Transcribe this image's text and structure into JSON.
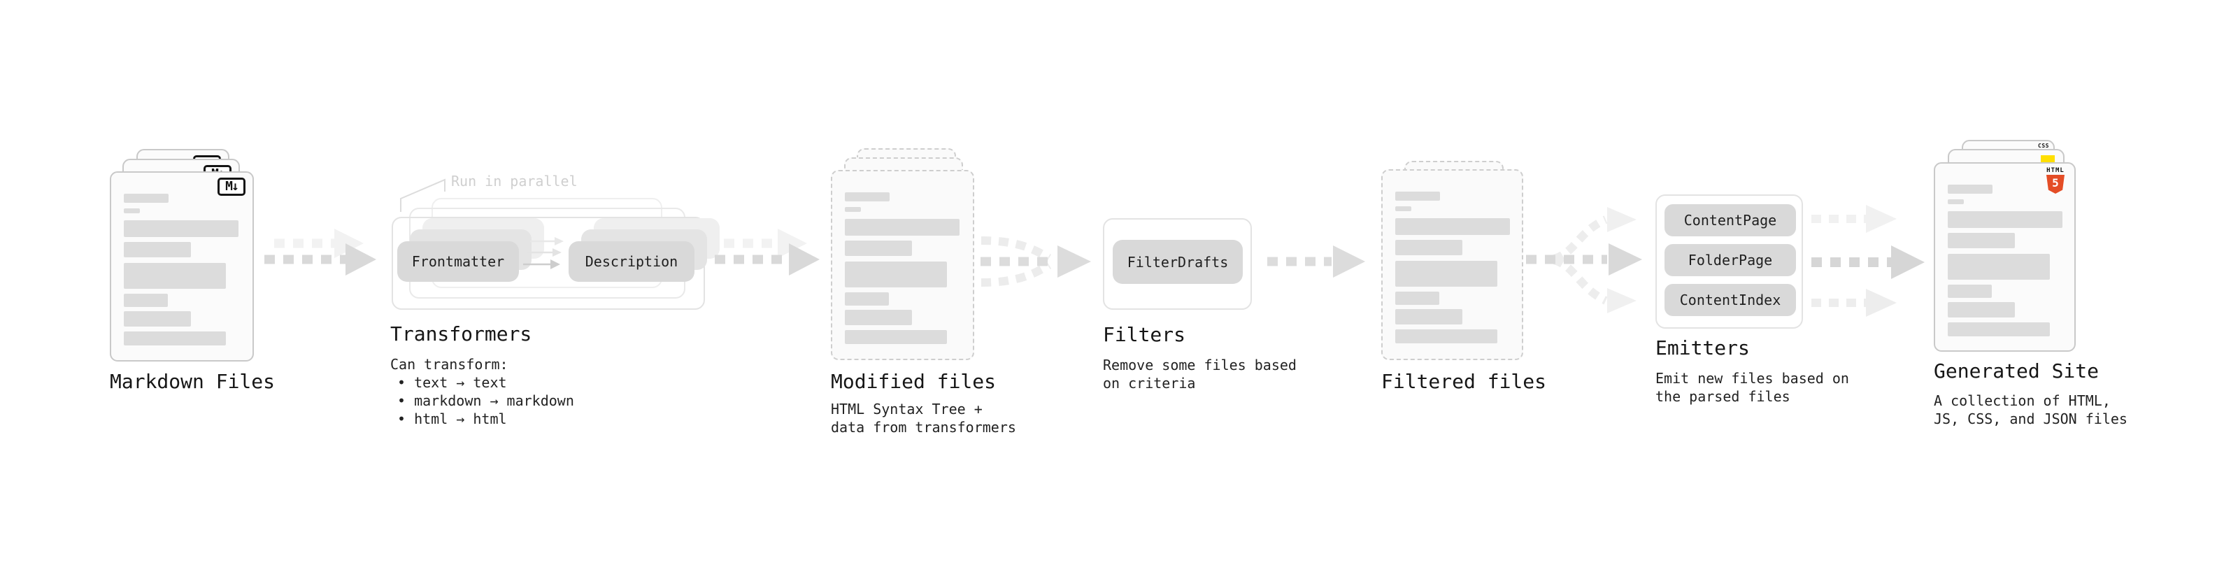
{
  "stages": {
    "markdown": {
      "title": "Markdown Files",
      "badge": "M↓"
    },
    "transformers": {
      "title": "Transformers",
      "annotation": "Run in parallel",
      "pills": [
        "Frontmatter",
        "Description"
      ],
      "sub_heading": "Can transform:",
      "bullets": [
        "• text → text",
        "• markdown → markdown",
        "• html → html"
      ]
    },
    "modified": {
      "title": "Modified files",
      "description": "HTML Syntax Tree +\ndata from transformers"
    },
    "filters": {
      "title": "Filters",
      "pills": [
        "FilterDrafts"
      ],
      "description": "Remove some files based\non criteria"
    },
    "filtered": {
      "title": "Filtered files"
    },
    "emitters": {
      "title": "Emitters",
      "pills": [
        "ContentPage",
        "FolderPage",
        "ContentIndex"
      ],
      "description": "Emit new files based on\nthe parsed files"
    },
    "generated": {
      "title": "Generated Site",
      "description": "A collection of HTML,\nJS, CSS, and JSON files",
      "badges": {
        "html_label": "HTML",
        "html_number": "5",
        "css_label": "CSS"
      }
    }
  },
  "colors": {
    "arrow_main": "#d9d9d9",
    "arrow_echo": "#f2f2f2",
    "html5_orange": "#e44d26",
    "js_yellow": "#ffdf00",
    "css_blue": "#2f6bef"
  }
}
